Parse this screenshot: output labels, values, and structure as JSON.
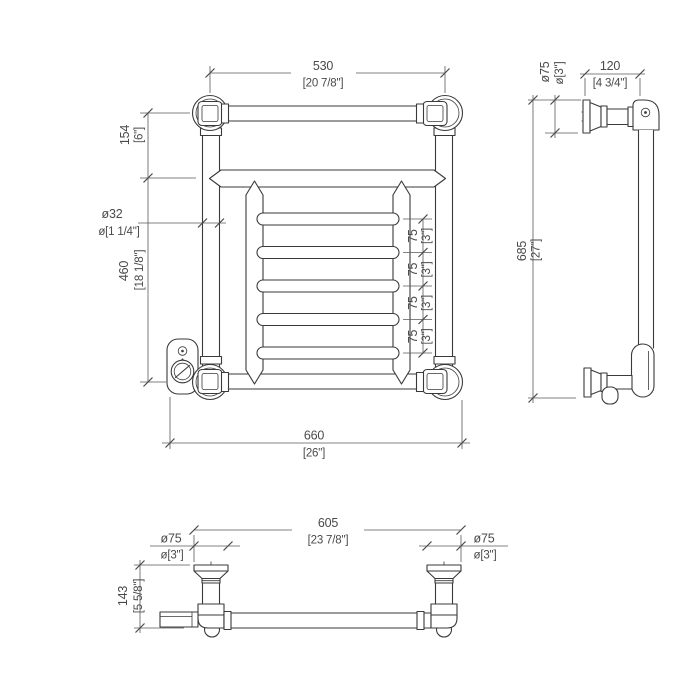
{
  "colors": {
    "background": "#ffffff",
    "line": "#3a3a3a",
    "dimension_text": "#4a4a4a"
  },
  "front": {
    "top_width_m": "530",
    "top_width_i": "[20 7/8\"]",
    "offset_m": "154",
    "offset_i": "[6\"]",
    "tube_dia_m": "ø32",
    "tube_dia_i": "ø[1 1/4\"]",
    "side_height_m": "460",
    "side_height_i": "[18 1/8\"]",
    "overall_width_m": "660",
    "overall_width_i": "[26\"]",
    "rung_pitch_m": "75",
    "rung_pitch_i": "[3\"]"
  },
  "side": {
    "flange_dia_m": "ø75",
    "flange_dia_i": "ø[3\"]",
    "depth_m": "120",
    "depth_i": "[4 3/4\"]",
    "height_m": "685",
    "height_i": "[27\"]"
  },
  "bottom": {
    "width_m": "605",
    "width_i": "[23 7/8\"]",
    "flange_left_m": "ø75",
    "flange_left_i": "ø[3\"]",
    "flange_right_m": "ø75",
    "flange_right_i": "ø[3\"]",
    "depth_m": "143",
    "depth_i": "[5 5/8\"]"
  }
}
